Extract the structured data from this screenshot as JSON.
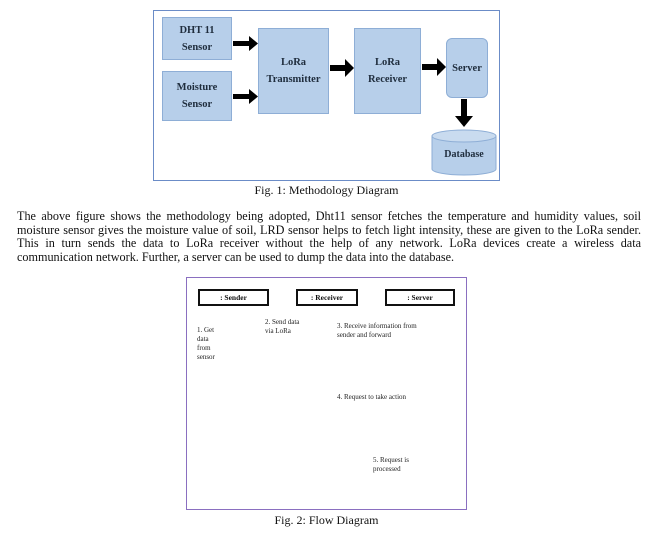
{
  "figure1": {
    "blocks": {
      "dht11": "DHT 11\nSensor",
      "moisture": "Moisture\nSensor",
      "transmitter": "LoRa\nTransmitter",
      "receiver": "LoRa\nReceiver",
      "server": "Server",
      "database": "Database"
    },
    "caption": "Fig. 1: Methodology Diagram"
  },
  "paragraph": "The above figure shows the methodology being adopted, Dht11 sensor fetches the temperature and humidity values, soil moisture sensor gives the moisture value of soil, LRD sensor helps to fetch light intensity, these are given to the LoRa sender. This in turn sends the data to LoRa receiver without the help of any network. LoRa devices create a wireless data communication network. Further, a server can be used to dump the data into the database.",
  "figure2": {
    "lifelines": {
      "sender": ": Sender",
      "receiver": ": Receiver",
      "server": ": Server"
    },
    "notes": {
      "step1": "1. Get\ndata\nfrom\nsensor",
      "step2": "2. Send data\nvia LoRa",
      "step3": "3. Receive information from\nsender and forward",
      "step4": "4. Request to take action",
      "step5": "5. Request is\nprocessed"
    },
    "caption": "Fig. 2: Flow Diagram"
  }
}
